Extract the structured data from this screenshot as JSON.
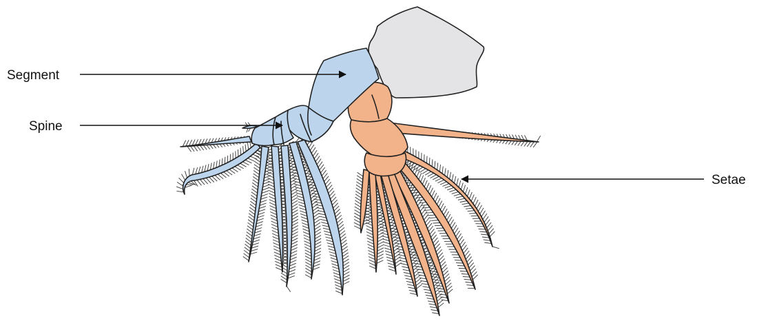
{
  "labels": {
    "segment": "Segment",
    "spine": "Spine",
    "setae": "Setae"
  },
  "colors": {
    "endopod_blue": "#bcd5ec",
    "exopod_orange": "#f2b28a",
    "coxa_grey": "#e4e4e6",
    "outline": "#222222",
    "arrow": "#111111"
  }
}
